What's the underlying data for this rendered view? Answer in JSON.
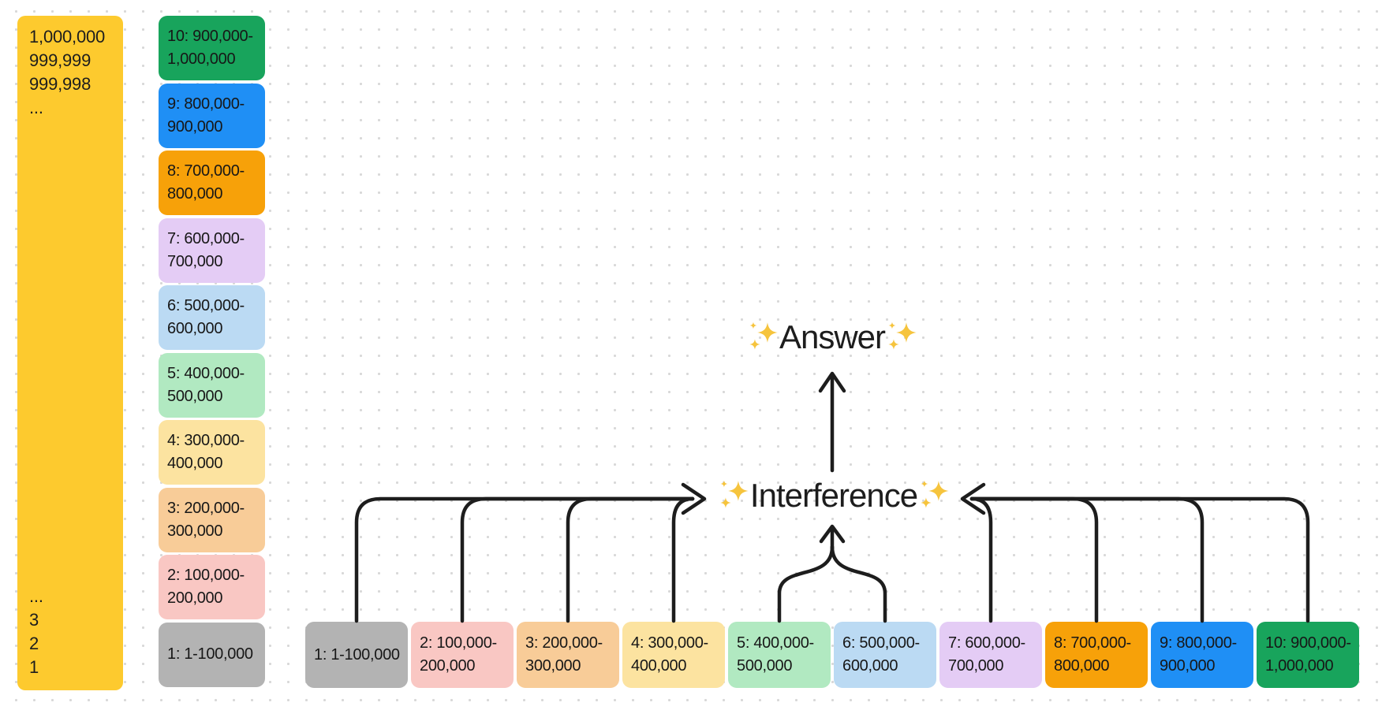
{
  "canvas": {
    "background": "#ffffff"
  },
  "colors": {
    "ink": "#1d1d1d",
    "sparkle": "#f6c43d",
    "dot": "#d8d8d8",
    "number_line_fill": "#fdca2e"
  },
  "number_line": {
    "fill": "#fdca2e",
    "top_text": "1,000,000\n999,999\n999,998\n...",
    "bottom_text": "...\n3\n2\n1"
  },
  "stack": {
    "segments": [
      {
        "label": "10: 900,000-\n1,000,000",
        "fill": "#18a45c"
      },
      {
        "label": "9: 800,000-\n900,000",
        "fill": "#1f8ff5"
      },
      {
        "label": "8: 700,000-\n800,000",
        "fill": "#f7a109"
      },
      {
        "label": "7: 600,000-\n700,000",
        "fill": "#e4ccf5"
      },
      {
        "label": "6: 500,000-\n600,000",
        "fill": "#bbdaf3"
      },
      {
        "label": "5: 400,000-\n500,000",
        "fill": "#b1e9c1"
      },
      {
        "label": "4: 300,000-\n400,000",
        "fill": "#fce3a0"
      },
      {
        "label": "3: 200,000-\n300,000",
        "fill": "#f8cc98"
      },
      {
        "label": "2: 100,000-\n200,000",
        "fill": "#f9c7c3"
      },
      {
        "label": "1: 1-100,000",
        "fill": "#b3b3b3"
      }
    ]
  },
  "row": {
    "segments": [
      {
        "label": "1: 1-100,000",
        "fill": "#b3b3b3"
      },
      {
        "label": "2: 100,000-\n200,000",
        "fill": "#f9c7c3"
      },
      {
        "label": "3: 200,000-\n300,000",
        "fill": "#f8cc98"
      },
      {
        "label": "4: 300,000-\n400,000",
        "fill": "#fce3a0"
      },
      {
        "label": "5: 400,000-\n500,000",
        "fill": "#b1e9c1"
      },
      {
        "label": "6: 500,000-\n600,000",
        "fill": "#bbdaf3"
      },
      {
        "label": "7: 600,000-\n700,000",
        "fill": "#e4ccf5"
      },
      {
        "label": "8: 700,000-\n800,000",
        "fill": "#f7a109"
      },
      {
        "label": "9: 800,000-\n900,000",
        "fill": "#1f8ff5"
      },
      {
        "label": "10: 900,000-\n1,000,000",
        "fill": "#18a45c"
      }
    ]
  },
  "labels": {
    "answer": "Answer",
    "interference": "Interference"
  }
}
